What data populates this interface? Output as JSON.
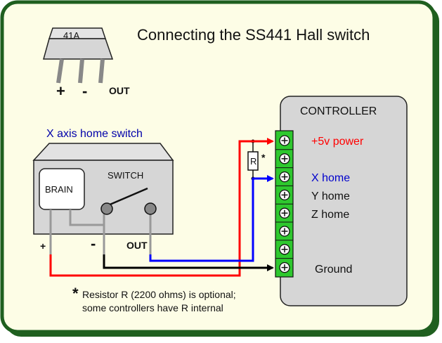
{
  "title": "Connecting the SS441 Hall switch",
  "component": {
    "marking": "41A",
    "pin_plus": "+",
    "pin_minus": "-",
    "pin_out": "OUT"
  },
  "sensor": {
    "caption": "X axis home switch",
    "brain_label": "BRAIN",
    "switch_label": "SWITCH",
    "pin_plus": "+",
    "pin_minus": "-",
    "pin_out": "OUT"
  },
  "resistor": {
    "symbol": "R",
    "marker": "*"
  },
  "controller": {
    "title": "CONTROLLER",
    "terminals": [
      {
        "label": "+5v power"
      },
      {
        "label": ""
      },
      {
        "label": "X home"
      },
      {
        "label": "Y home"
      },
      {
        "label": "Z home"
      },
      {
        "label": ""
      },
      {
        "label": ""
      },
      {
        "label": "Ground"
      }
    ]
  },
  "footnote": {
    "marker": "*",
    "line1": "Resistor R (2200 ohms) is optional;",
    "line2": "some controllers have R internal"
  },
  "colors": {
    "frame_border": "#1f5f1f",
    "frame_fill": "#fdfde6",
    "controller_fill": "#d6d6d6",
    "terminal_fill": "#2ec82e",
    "wire_power": "#ff0000",
    "wire_signal": "#0000ff",
    "wire_ground": "#000000",
    "wire_internal": "#999999",
    "label_power": "#ff0000",
    "label_signal": "#0000cc",
    "caption": "#0000aa"
  }
}
